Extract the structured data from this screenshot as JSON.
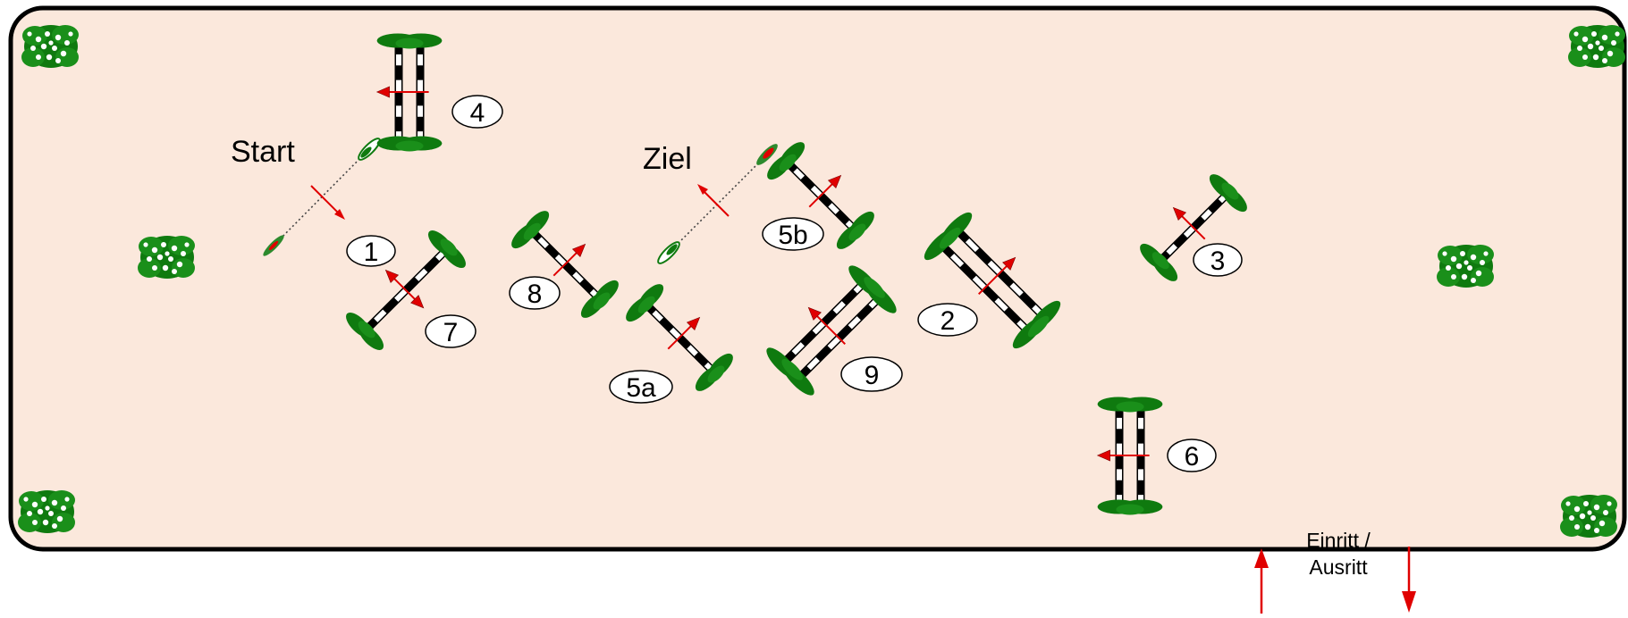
{
  "labels": {
    "start": "Start",
    "finish": "Ziel",
    "entrance_line1": "Einritt /",
    "entrance_line2": "Ausritt"
  },
  "obstacles": [
    {
      "number": "1"
    },
    {
      "number": "2"
    },
    {
      "number": "3"
    },
    {
      "number": "4"
    },
    {
      "number": "5a"
    },
    {
      "number": "5b"
    },
    {
      "number": "6"
    },
    {
      "number": "7"
    },
    {
      "number": "8"
    },
    {
      "number": "9"
    }
  ],
  "colors": {
    "arena_fill": "#fbe8dc",
    "arena_border": "#000000",
    "plant_green": "#0f7a0f",
    "arrow_red": "#e00000",
    "pole_black": "#000000",
    "pole_white": "#ffffff",
    "number_fill": "#ffffff"
  },
  "icons": {
    "shrub": "shrub-icon",
    "jump": "show-jump-icon",
    "direction": "direction-arrow-icon",
    "flag": "flag-marker-icon"
  }
}
